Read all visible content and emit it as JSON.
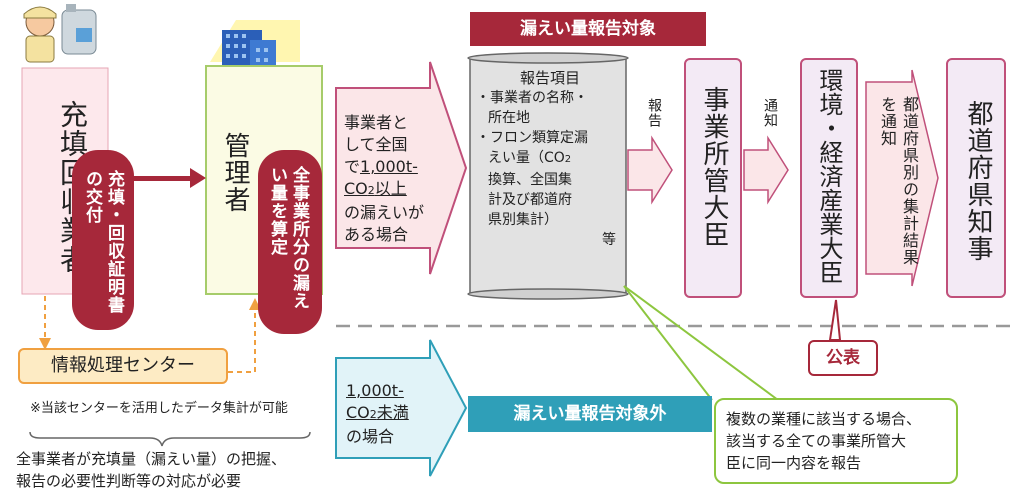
{
  "actors": {
    "filler": "充填回収業者",
    "manager": "管理者"
  },
  "pills": {
    "certificate": "充填・回収証明書の交付",
    "calc": "全事業所分の漏えい量を算定"
  },
  "center": {
    "label": "情報処理センター",
    "note": "※当該センターを活用したデータ集計が可能"
  },
  "bottom_note": {
    "line1": "全事業者が充填量（漏えい量）の把握、",
    "line2": "報告の必要性判断等の対応が必要"
  },
  "titles": {
    "target": "漏えい量報告対象",
    "non_target": "漏えい量報告対象外"
  },
  "conditions": {
    "over": {
      "line1": "事業者と",
      "line2": "して全国",
      "line3": "で",
      "amount": "1,000t-",
      "unit": "CO",
      "sub": "2",
      "line4": "以上",
      "line5": "の漏えいが",
      "line6": "ある場合"
    },
    "under": {
      "amount": "1,000t-",
      "unit": "CO",
      "sub": "2",
      "rest": "未満",
      "line2": "の場合"
    }
  },
  "report_items": {
    "title": "報告項目",
    "item1_line1": "・事業者の名称・",
    "item1_line2": "所在地",
    "item2_line1": "・フロン類算定漏",
    "item2_line2": "えい量（CO",
    "item2_sub": "2",
    "item2_line3": "換算、全国集",
    "item2_line4": "計及び都道府",
    "item2_line5": "県別集計）",
    "etc": "等"
  },
  "flow": {
    "report_label": "報告",
    "notify_label": "通知",
    "minister_business": "事業所管大臣",
    "minister_meti": "環境・経済産業大臣",
    "prefecture_notice": "都道府県別の集計結果を通知",
    "governor": "都道府県知事",
    "publish": "公表"
  },
  "callout": {
    "line1": "複数の業種に該当する場合、",
    "line2": "該当する全ての事業所管大",
    "line3": "臣に同一内容を報告"
  },
  "colors": {
    "maroon": "#a6283a",
    "teal": "#2f9fb8",
    "pink_border": "#c0507a",
    "green_line": "#8dc63f",
    "orange": "#f0a040"
  }
}
